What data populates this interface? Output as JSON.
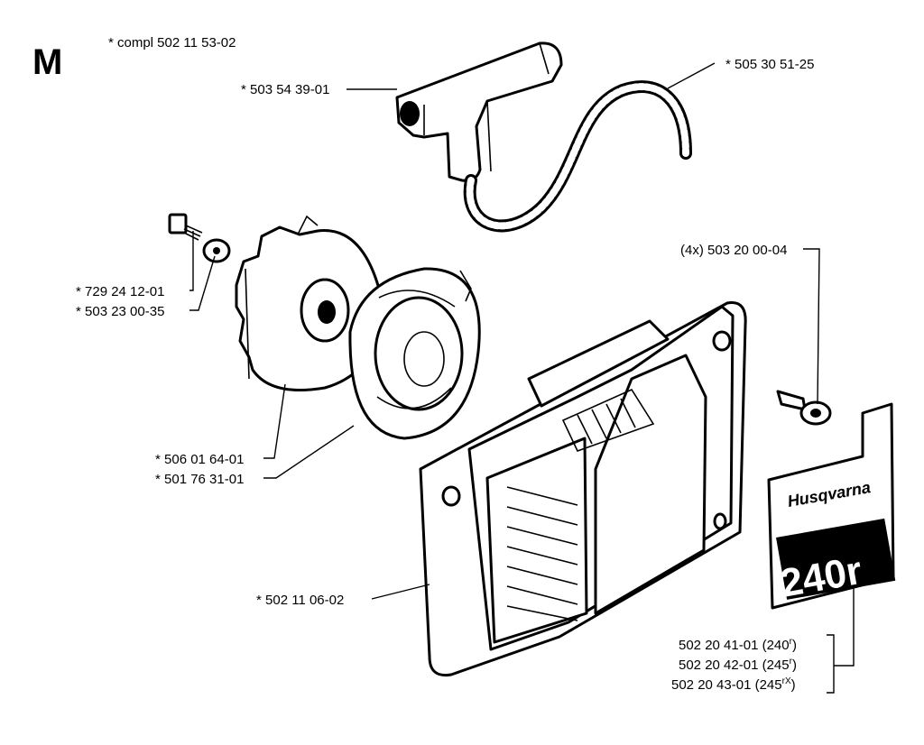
{
  "sheet_letter": "M",
  "assembly_note": "* compl 502 11 53-02",
  "labels": {
    "handle": "* 503 54 39-01",
    "rope": "* 505 30 51-25",
    "screw_small": "* 729 24 12-01",
    "washer": "* 503 23 00-35",
    "pulley": "* 506 01 64-01",
    "spring_cassette": "* 501 76 31-01",
    "cover_screw": "(4x) 503 20 00-04",
    "cover": "* 502 11 06-02"
  },
  "decal": {
    "brand_text": "Husqvarna",
    "model_text": "240r",
    "variants": [
      {
        "part": "502 20 41-01 (240",
        "sup": "r",
        "close": ")"
      },
      {
        "part": "502 20 42-01 (245",
        "sup": "r",
        "close": ")"
      },
      {
        "part": "502 20 43-01 (245",
        "sup": "rX",
        "close": ")"
      }
    ]
  }
}
